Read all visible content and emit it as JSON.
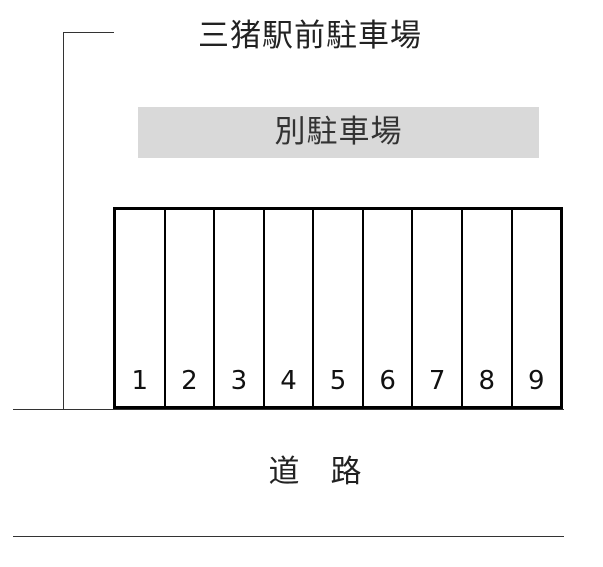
{
  "main_lot": {
    "name": "三猪駅前駐車場"
  },
  "annex_lot": {
    "name": "別駐車場",
    "fill_color": "#d9d9d9"
  },
  "parking_spaces": [
    {
      "number": "1"
    },
    {
      "number": "2"
    },
    {
      "number": "3"
    },
    {
      "number": "4"
    },
    {
      "number": "5"
    },
    {
      "number": "6"
    },
    {
      "number": "7"
    },
    {
      "number": "8"
    },
    {
      "number": "9"
    }
  ],
  "road": {
    "label": "道　路"
  }
}
